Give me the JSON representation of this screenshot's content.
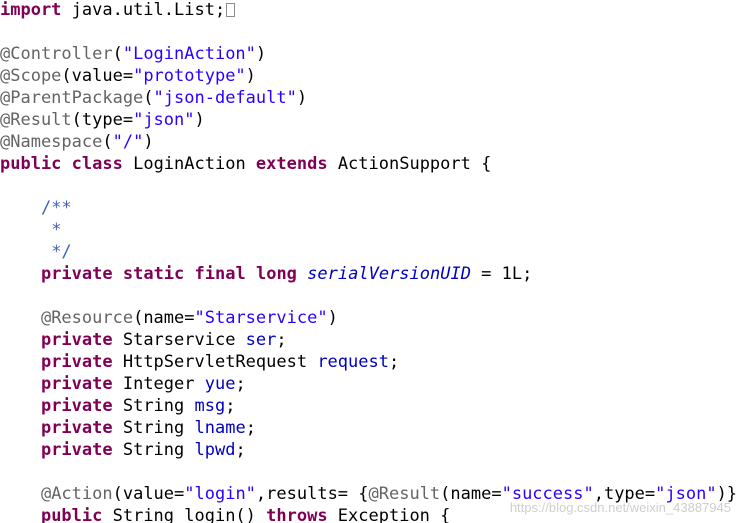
{
  "colors": {
    "keyword": "#7f0055",
    "string": "#2a00ff",
    "annotation": "#646464",
    "javadoc": "#3f5fbf",
    "field": "#0000c0",
    "plain": "#000000",
    "background": "#ffffff"
  },
  "fold_icon": "collapsed-imports-icon",
  "watermark": "https://blog.csdn.net/weixin_43887945",
  "lines": [
    [
      [
        "kw",
        "import"
      ],
      [
        "p",
        " java.util.List;"
      ]
    ],
    [],
    [
      [
        "ann",
        "@Controller"
      ],
      [
        "p",
        "("
      ],
      [
        "str",
        "\"LoginAction\""
      ],
      [
        "p",
        ")"
      ]
    ],
    [
      [
        "ann",
        "@Scope"
      ],
      [
        "p",
        "(value="
      ],
      [
        "str",
        "\"prototype\""
      ],
      [
        "p",
        ")"
      ]
    ],
    [
      [
        "ann",
        "@ParentPackage"
      ],
      [
        "p",
        "("
      ],
      [
        "str",
        "\"json-default\""
      ],
      [
        "p",
        ")"
      ]
    ],
    [
      [
        "ann",
        "@Result"
      ],
      [
        "p",
        "(type="
      ],
      [
        "str",
        "\"json\""
      ],
      [
        "p",
        ")"
      ]
    ],
    [
      [
        "ann",
        "@Namespace"
      ],
      [
        "p",
        "("
      ],
      [
        "str",
        "\"/\""
      ],
      [
        "p",
        ")"
      ]
    ],
    [
      [
        "kw",
        "public"
      ],
      [
        "p",
        " "
      ],
      [
        "kw",
        "class"
      ],
      [
        "p",
        " LoginAction "
      ],
      [
        "kw",
        "extends"
      ],
      [
        "p",
        " ActionSupport {"
      ]
    ],
    [],
    [
      [
        "p",
        "    "
      ],
      [
        "doc",
        "/**"
      ]
    ],
    [
      [
        "p",
        "    "
      ],
      [
        "doc",
        " *"
      ]
    ],
    [
      [
        "p",
        "    "
      ],
      [
        "doc",
        " */"
      ]
    ],
    [
      [
        "p",
        "    "
      ],
      [
        "kw",
        "private"
      ],
      [
        "p",
        " "
      ],
      [
        "kw",
        "static"
      ],
      [
        "p",
        " "
      ],
      [
        "kw",
        "final"
      ],
      [
        "p",
        " "
      ],
      [
        "kw",
        "long"
      ],
      [
        "p",
        " "
      ],
      [
        "static",
        "serialVersionUID"
      ],
      [
        "p",
        " = 1L;"
      ]
    ],
    [],
    [
      [
        "p",
        "    "
      ],
      [
        "ann",
        "@Resource"
      ],
      [
        "p",
        "(name="
      ],
      [
        "str",
        "\"Starservice\""
      ],
      [
        "p",
        ")"
      ]
    ],
    [
      [
        "p",
        "    "
      ],
      [
        "kw",
        "private"
      ],
      [
        "p",
        " Starservice "
      ],
      [
        "field",
        "ser"
      ],
      [
        "p",
        ";"
      ]
    ],
    [
      [
        "p",
        "    "
      ],
      [
        "kw",
        "private"
      ],
      [
        "p",
        " HttpServletRequest "
      ],
      [
        "field",
        "request"
      ],
      [
        "p",
        ";"
      ]
    ],
    [
      [
        "p",
        "    "
      ],
      [
        "kw",
        "private"
      ],
      [
        "p",
        " Integer "
      ],
      [
        "field",
        "yue"
      ],
      [
        "p",
        ";"
      ]
    ],
    [
      [
        "p",
        "    "
      ],
      [
        "kw",
        "private"
      ],
      [
        "p",
        " String "
      ],
      [
        "field",
        "msg"
      ],
      [
        "p",
        ";"
      ]
    ],
    [
      [
        "p",
        "    "
      ],
      [
        "kw",
        "private"
      ],
      [
        "p",
        " String "
      ],
      [
        "field",
        "lname"
      ],
      [
        "p",
        ";"
      ]
    ],
    [
      [
        "p",
        "    "
      ],
      [
        "kw",
        "private"
      ],
      [
        "p",
        " String "
      ],
      [
        "field",
        "lpwd"
      ],
      [
        "p",
        ";"
      ]
    ],
    [],
    [
      [
        "p",
        "    "
      ],
      [
        "ann",
        "@Action"
      ],
      [
        "p",
        "(value="
      ],
      [
        "str",
        "\"login\""
      ],
      [
        "p",
        ",results= {"
      ],
      [
        "ann",
        "@Result"
      ],
      [
        "p",
        "(name="
      ],
      [
        "str",
        "\"success\""
      ],
      [
        "p",
        ",type="
      ],
      [
        "str",
        "\"json\""
      ],
      [
        "p",
        ")})"
      ]
    ],
    [
      [
        "p",
        "    "
      ],
      [
        "kw",
        "public"
      ],
      [
        "p",
        " String login() "
      ],
      [
        "kw",
        "throws"
      ],
      [
        "p",
        " Exception {"
      ]
    ]
  ]
}
